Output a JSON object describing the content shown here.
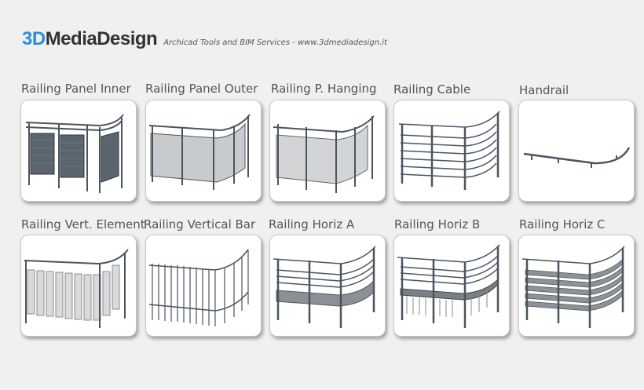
{
  "header": {
    "brand_part1": "3D",
    "brand_part2": "MediaDesign",
    "tagline": "Archicad Tools and BIM Services - www.3dmediadesign.it",
    "accent_color": "#2a8fd8"
  },
  "items": [
    {
      "label": "Railing Panel Inner",
      "style": "panel-perforated"
    },
    {
      "label": "Railing Panel Outer",
      "style": "panel-glass"
    },
    {
      "label": "Railing P. Hanging",
      "style": "panel-hanging"
    },
    {
      "label": "Railing Cable",
      "style": "cable"
    },
    {
      "label": "Handrail",
      "style": "handrail"
    },
    {
      "label": "Railing Vert. Element",
      "style": "vertical-element"
    },
    {
      "label": "Railing Vertical Bar",
      "style": "vertical-bar"
    },
    {
      "label": "Railing Horiz A",
      "style": "horiz-a"
    },
    {
      "label": "Railing Horiz B",
      "style": "horiz-b"
    },
    {
      "label": "Railing Horiz C",
      "style": "horiz-c"
    }
  ]
}
